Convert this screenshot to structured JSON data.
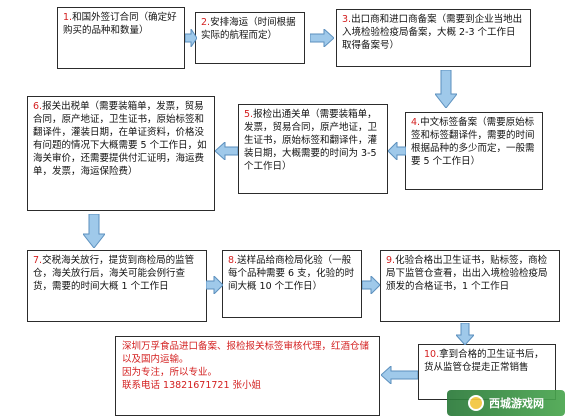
{
  "steps": [
    {
      "num": "1.",
      "text": "和国外签订合同（确定好购买的品种和数量）"
    },
    {
      "num": "2.",
      "text": "安排海运（时间根据实际的航程而定）"
    },
    {
      "num": "3.",
      "text": "出口商和进口商备案（需要到企业当地出入境检验检疫局备案，大概 2-3 个工作日取得备案号）"
    },
    {
      "num": "4.",
      "text": "中文标签备案（需要原始标签和标签翻译件，需要的时间根据品种的多少而定，一般需要 5 个工作日）"
    },
    {
      "num": "5.",
      "text": "报检出通关单（需要装箱单，发票，贸易合同，原产地证，卫生证书，原始标签和翻译件，灌装日期，大概需要的时间为 3-5 个工作日）"
    },
    {
      "num": "6.",
      "text": "报关出税单（需要装箱单，发票，贸易合同，原产地证，卫生证书，原始标签和翻译件，灌装日期，在单证资料，价格没有问题的情况下大概需要 5 个工作日，如海关审价，还需要提供付汇证明，海运费单，发票，海运保险费）"
    },
    {
      "num": "7.",
      "text": "交税海关放行，提货到商检局的监管仓，海关放行后，海关可能会例行查货，需要的时间大概 1 个工作日"
    },
    {
      "num": "8.",
      "text": "送样品给商检局化验（一般每个品种需要 6 支，化验的时间大概 10 个工作日）"
    },
    {
      "num": "9.",
      "text": "化验合格出卫生证书，贴标签，商检局下监管仓查看，出出入境检验检疫局颁发的合格证书，1 个工作日"
    },
    {
      "num": "10.",
      "text": "拿到合格的卫生证书后，货从监管仓提走正常销售"
    }
  ],
  "promo": {
    "line1": "深圳万孚食品进口备案、报检报关标签审核代理，红酒仓储以及国内运输。",
    "line2": "因为专注，所以专业。",
    "line3": "联系电话 13821671721 张小姐"
  },
  "watermark": {
    "text": "西城游戏网"
  },
  "colors": {
    "arrow_fill": "#9fc9ea",
    "arrow_stroke": "#5b8fbd",
    "number": "#d31f1f",
    "border": "#2c2c2c"
  }
}
